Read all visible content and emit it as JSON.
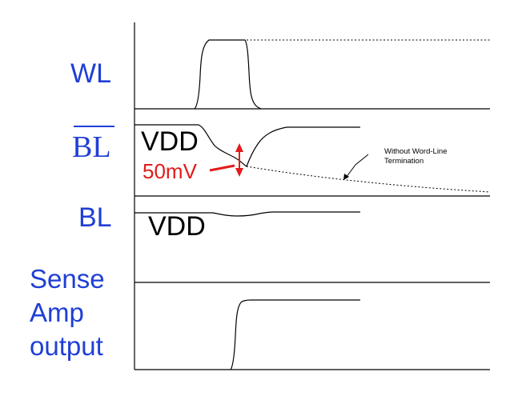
{
  "signals": {
    "wl": "WL",
    "bl_bar": "BL",
    "bl": "BL",
    "sense": [
      "Sense",
      "Amp",
      "output"
    ]
  },
  "annotations": {
    "vdd_bl_bar": "VDD",
    "vdd_bl": "VDD",
    "differential": "50mV",
    "no_termination": [
      "Without Word-Line",
      "Termination"
    ]
  },
  "colors": {
    "label_blue": "#1f3fd6",
    "annotation_red": "#e21b1b",
    "trace": "#000000"
  }
}
